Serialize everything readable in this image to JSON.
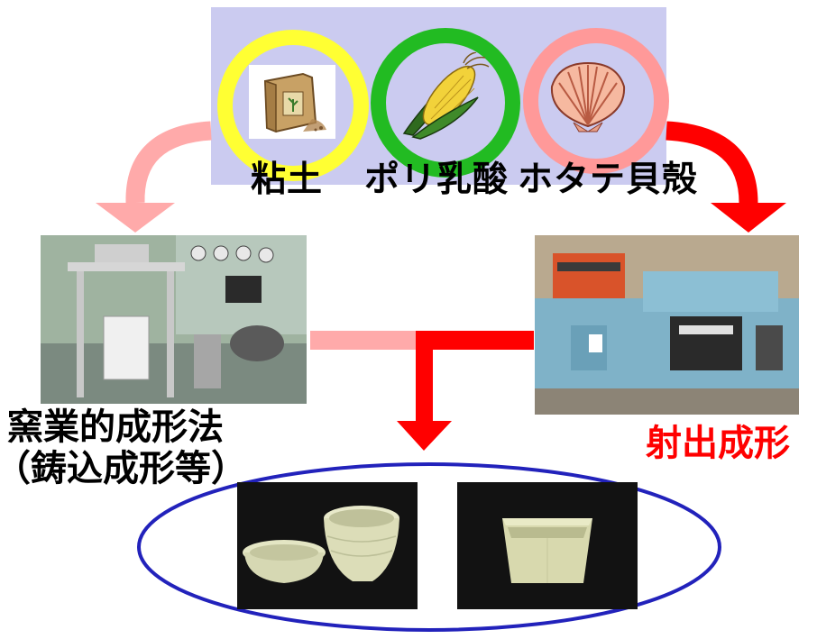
{
  "materials": [
    {
      "label": "粘土",
      "icon": "clay-bag-icon",
      "ring_color": "#ffff33"
    },
    {
      "label": "ポリ乳酸",
      "icon": "corn-icon",
      "ring_color": "#22bb22"
    },
    {
      "label": "ホタテ貝殻",
      "icon": "scallop-shell-icon",
      "ring_color": "#ff9999"
    }
  ],
  "methods": {
    "ceramic": {
      "line1": "窯業的成形法",
      "line2": "（鋳込成形等）",
      "color": "#000000",
      "arrow_color": "#ffaaaa"
    },
    "injection": {
      "label": "射出成形",
      "color": "#ff0000",
      "arrow_color": "#ff0000"
    }
  },
  "colors": {
    "panel_bg": "#cbcbf0",
    "products_ellipse": "#2222bb"
  }
}
